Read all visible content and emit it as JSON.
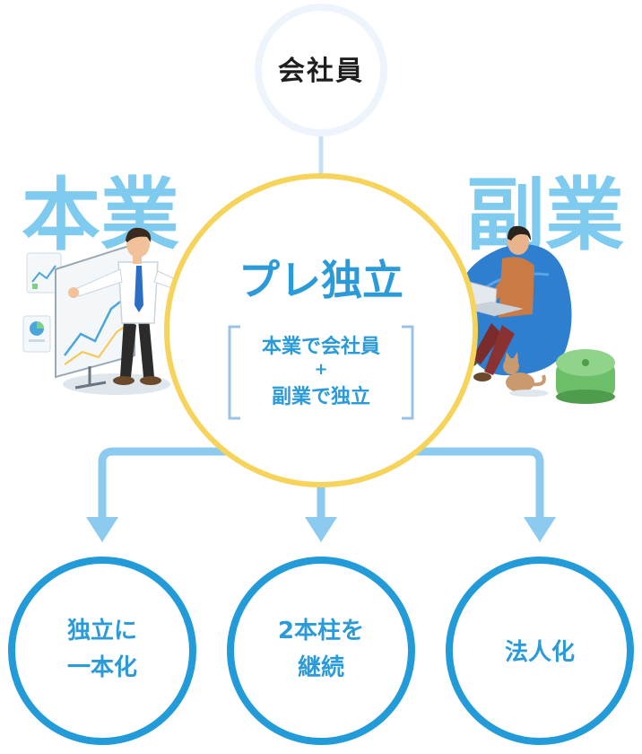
{
  "top_node": {
    "label": "会社員"
  },
  "left_label": "本業",
  "right_label": "副業",
  "center_node": {
    "title": "プレ独立",
    "sub_lines": [
      "本業で会社員",
      "+",
      "副業で独立"
    ]
  },
  "outcomes": [
    {
      "lines": [
        "独立に",
        "一本化"
      ]
    },
    {
      "lines": [
        "2本柱を",
        "継続"
      ]
    },
    {
      "lines": [
        "法人化"
      ]
    }
  ],
  "colors": {
    "top_ring": "#eef4fb",
    "top_connector": "#c9def2",
    "center_ring": "#f6d35a",
    "accent_blue": "#2a9ad8",
    "light_blue_text": "#7fcbf0",
    "arrow": "#8dcaf0",
    "outcome_ring": "#239bd8",
    "bracket": "#9dc3e4",
    "dark_text": "#1e1e1e"
  }
}
